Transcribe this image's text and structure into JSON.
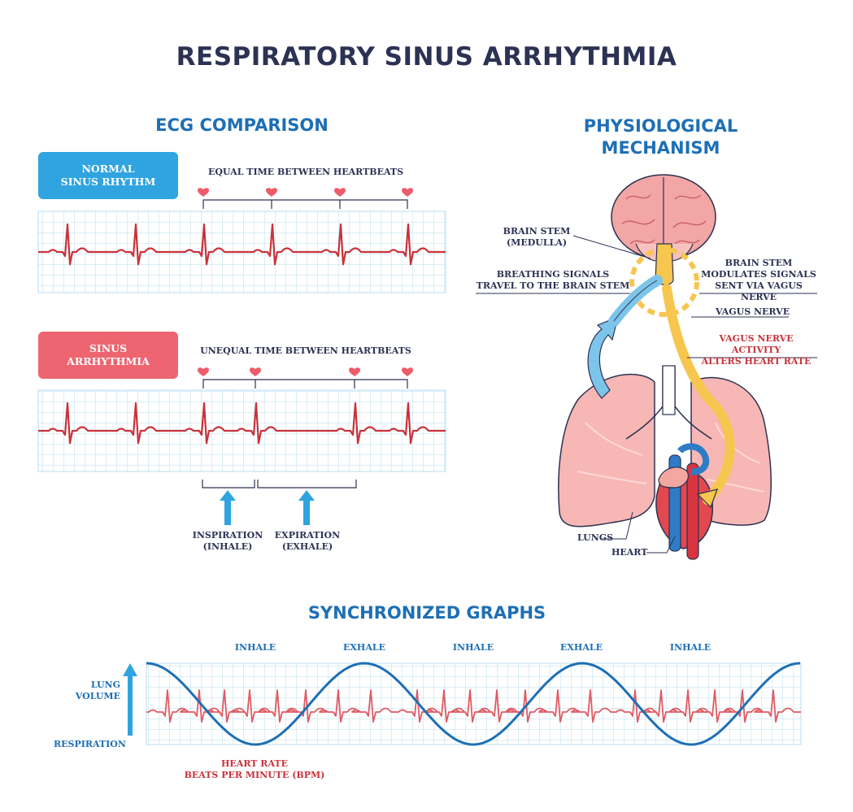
{
  "title": "RESPIRATORY SINUS ARRHYTHMIA",
  "ecg": {
    "heading": "ECG COMPARISON",
    "normal": {
      "badge_line1": "NORMAL",
      "badge_line2": "SINUS RHYTHM",
      "caption": "EQUAL TIME BETWEEN HEARTBEATS",
      "color": "#2fa4e0"
    },
    "arrhythmia": {
      "badge_line1": "SINUS",
      "badge_line2": "ARRHYTHMIA",
      "caption": "UNEQUAL TIME BETWEEN HEARTBEATS",
      "color": "#ec6570"
    },
    "inspiration": {
      "line1": "INSPIRATION",
      "line2": "(INHALE)"
    },
    "expiration": {
      "line1": "EXPIRATION",
      "line2": "(EXHALE)"
    }
  },
  "mechanism": {
    "heading_line1": "PHYSIOLOGICAL",
    "heading_line2": "MECHANISM",
    "brain_stem_line1": "BRAIN STEM",
    "brain_stem_line2": "(MEDULLA)",
    "breathing_line1": "BREATHING SIGNALS",
    "breathing_line2": "TRAVEL TO THE BRAIN STEM",
    "modulates_line1": "BRAIN STEM",
    "modulates_line2": "MODULATES SIGNALS",
    "modulates_line3": "SENT VIA VAGUS NERVE",
    "vagus": "VAGUS NERVE",
    "vagus_activity_line1": "VAGUS NERVE ACTIVITY",
    "vagus_activity_line2": "ALTERS HEART RATE",
    "lungs": "LUNGS",
    "heart": "HEART"
  },
  "sync": {
    "heading": "SYNCHRONIZED GRAPHS",
    "phases": [
      "INHALE",
      "EXHALE",
      "INHALE",
      "EXHALE",
      "INHALE"
    ],
    "lung_volume_line1": "LUNG",
    "lung_volume_line2": "VOLUME",
    "respiration": "RESPIRATION",
    "heart_rate_line1": "HEART RATE",
    "heart_rate_line2": "BEATS PER MINUTE (BPM)"
  },
  "colors": {
    "navy": "#2c3253",
    "blue": "#1e6fb5",
    "ecg_red": "#c8323b",
    "heart_pink": "#ee5c6b",
    "grid": "#b9dcef",
    "nerve_yellow": "#f6c64e",
    "signal_blue": "#7cc4ea"
  }
}
